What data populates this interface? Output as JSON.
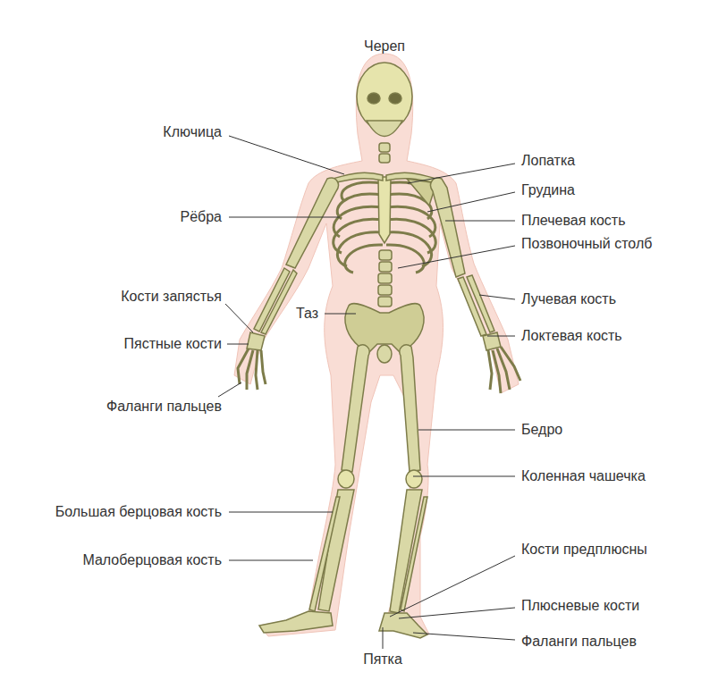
{
  "diagram": {
    "labels": [
      "Череп",
      "Ключица",
      "Лопатка",
      "Грудина",
      "Рёбра",
      "Плечевая кость",
      "Позвоночный столб",
      "Кости запястья",
      "Лучевая кость",
      "Таз",
      "Пястные кости",
      "Локтевая кость",
      "Фаланги пальцев",
      "Бедро",
      "Коленная чашечка",
      "Большая берцовая кость",
      "Малоберцовая кость",
      "Кости предплюсны",
      "Плюсневые кости",
      "Фаланги пальцев",
      "Пятка"
    ]
  }
}
